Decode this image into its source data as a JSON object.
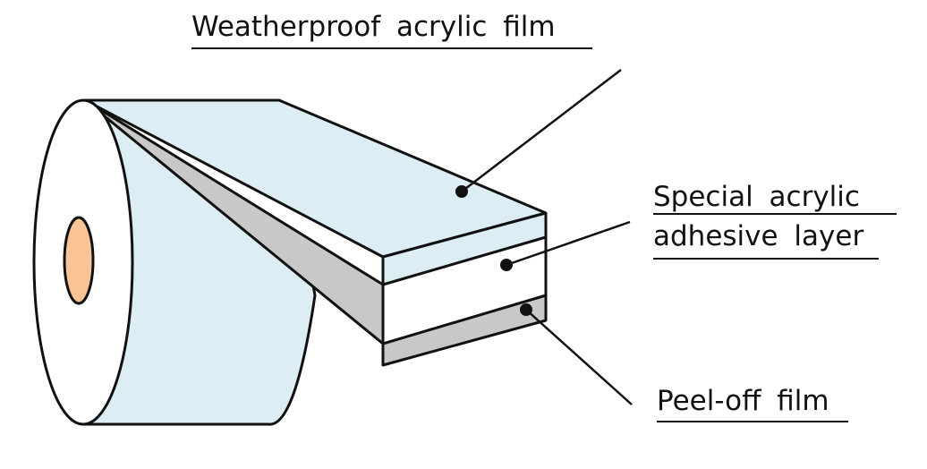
{
  "labels": {
    "weatherproof_film": "Weatherproof acrylic film",
    "adhesive_line1": "Special acrylic",
    "adhesive_line2": "adhesive layer",
    "peel_off_film": "Peel-off film"
  },
  "colors": {
    "film_fill": "#dcedf4",
    "adhesive_fill": "#ffffff",
    "peel_off_fill": "#c8c8c8",
    "core_fill": "#f8c496",
    "outline": "#111111"
  }
}
